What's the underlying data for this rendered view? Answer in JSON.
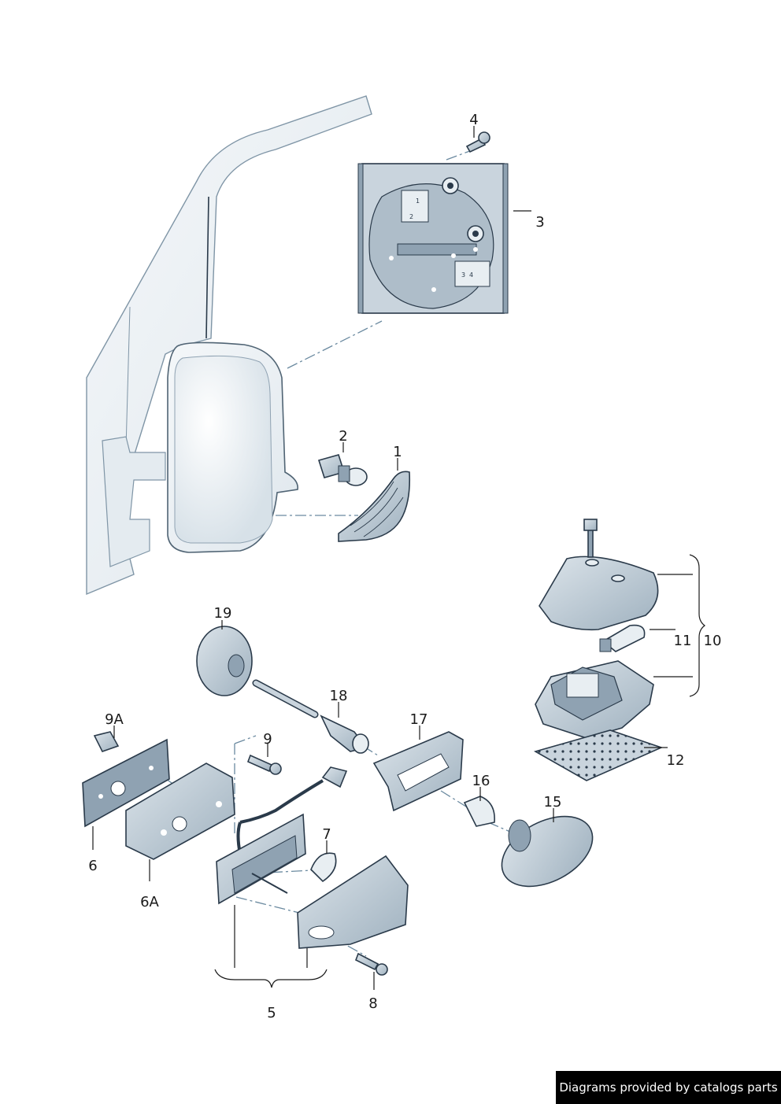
{
  "callouts": {
    "c1": "1",
    "c2": "2",
    "c3": "3",
    "c4": "4",
    "c5": "5",
    "c6": "6",
    "c6a": "6A",
    "c7": "7",
    "c8": "8",
    "c9": "9",
    "c9a": "9A",
    "c10": "10",
    "c11": "11",
    "c12": "12",
    "c15": "15",
    "c16": "16",
    "c17": "17",
    "c18": "18",
    "c19": "19"
  },
  "actuator_labels": {
    "l1": "1",
    "l2": "2",
    "l3": "3",
    "l4": "4"
  },
  "footer": {
    "credit": "Diagrams provided by catalogs parts"
  },
  "colors": {
    "part_fill": "#c9d4dd",
    "part_dark": "#8fa2b2",
    "van_fill": "#eef3f6",
    "leader": "#1a1a1a",
    "dash": "#6b8aa0"
  }
}
